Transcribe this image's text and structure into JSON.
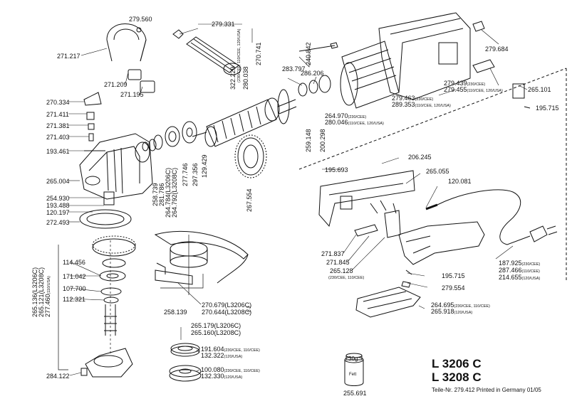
{
  "model": {
    "line1": "L 3206 C",
    "line2": "L 3208 C"
  },
  "footer": "Teile-Nr. 279.412 Printed in Germany 01/05",
  "grease": {
    "amount": "30g",
    "label": "Fett",
    "part": "255.691"
  },
  "parts": {
    "p279560": "279.560",
    "p279331": "279.331",
    "p271217": "271.217",
    "p271209": "271.209",
    "p271195": "271.195",
    "p270334": "270.334",
    "p271411": "271.411",
    "p271381": "271.381",
    "p271403": "271.403",
    "p193461": "193.461",
    "p265004": "265.004",
    "p254930": "254.930",
    "p193488": "193.488",
    "p120197": "120.197",
    "p272493": "272.493",
    "p114456": "114.456",
    "p171042": "171.042",
    "p107700": "107.700",
    "p112321": "112.321",
    "p284122": "284.122",
    "p265136": "265.136",
    "p265136s": "(L3206C)",
    "p265121": "265.121",
    "p265121s": "(L3208C)",
    "p277460": "277.460",
    "p277460s": "(110/USA)",
    "p258739": "258.739",
    "p281786": "281.786",
    "p264784": "264.784",
    "p264784s": "(L3206C)",
    "p264792": "264.792",
    "p264792s": "(L3208C)",
    "p277746": "277.746",
    "p297356": "297.356",
    "p129429": "129.429",
    "p322229": "322.229",
    "p322229s": "(230/CEE, 110/CEE, 120/USA)",
    "p280038": "280.038",
    "p270741": "270.741",
    "p264970": "264.970",
    "p264970s": "(230/CEE)",
    "p280046": "280.046",
    "p280046s": "(110/CEE, 120/USA)",
    "p283797": "283.797",
    "p286206": "286.206",
    "p240842": "240.842",
    "p259148": "259.148",
    "p200298": "200.298",
    "p267554": "267.554",
    "p279684": "279.684",
    "p279439": "279.439",
    "p279439s": "(230/CEE)",
    "p279455": "279.455",
    "p279455s": "(110/CEE, 120/USA)",
    "p279463": "279.463",
    "p279463s": "(230/CEE)",
    "p289353": "289.353",
    "p289353s": "(110/CEE, 120/USA)",
    "p265101": "265.101",
    "p195715a": "195.715",
    "p206245": "206.245",
    "p195693": "195.693",
    "p265055": "265.055",
    "p120081": "120.081",
    "p271837": "271.837",
    "p271845": "271.845",
    "p265128": "265.128",
    "p265128s": "(230/CEE, 110/CEE)",
    "p195715b": "195.715",
    "p279554": "279.554",
    "p187925": "187.925",
    "p187925s": "(230/CEE)",
    "p287466": "287.466",
    "p287466s": "(110/CEE)",
    "p214655": "214.655",
    "p214655s": "(120/USA)",
    "p264695": "264.695",
    "p264695s": "(230/CEE, 110/CEE)",
    "p265918": "265.918",
    "p265918s": "(120/USA)",
    "p258139": "258.139",
    "p270679": "270.679",
    "p270679s": "(L3206C)",
    "p270644": "270.644",
    "p270644s": "(L3208C)",
    "p265179": "265.179",
    "p265179s": "(L3206C)",
    "p265160": "265.160",
    "p265160s": "(L3208C)",
    "p191604": "191.604",
    "p191604s": "(230/CEE, 110/CEE)",
    "p132322": "132.322",
    "p132322s": "(120/USA)",
    "p100080": "100.080",
    "p100080s": "(230/CEE, 110/CEE)",
    "p132330": "132.330",
    "p132330s": "(120/USA)"
  }
}
